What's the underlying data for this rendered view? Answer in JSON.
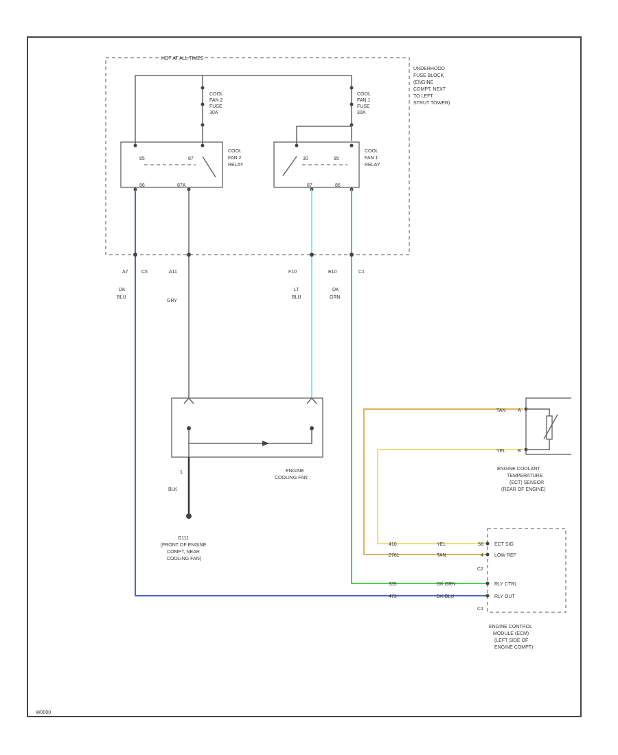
{
  "diagram_code": "W0000",
  "fuse_block": {
    "bus_label": "HOT AT ALL TIMES",
    "name_lines": [
      "UNDERHOOD",
      "FUSE BLOCK",
      "(ENGINE",
      "COMPT, NEXT",
      "TO LEFT",
      "STRUT TOWER)"
    ]
  },
  "fuse_2": {
    "lines": [
      "COOL",
      "FAN 2",
      "FUSE",
      "30A"
    ]
  },
  "fuse_1": {
    "lines": [
      "COOL",
      "FAN 1",
      "FUSE",
      "30A"
    ]
  },
  "relay_2": {
    "lines": [
      "COOL",
      "FAN 2",
      "RELAY"
    ],
    "pin_top_left": "85",
    "pin_top_right": "87",
    "pin_bot_left": "86",
    "pin_bot_right": "87A"
  },
  "relay_1": {
    "lines": [
      "COOL",
      "FAN 1",
      "RELAY"
    ],
    "pin_top_left": "30",
    "pin_top_right": "85",
    "pin_bot_left": "87",
    "pin_bot_right": "86"
  },
  "connectors": {
    "c1_a": "A7",
    "c1_b": "C5",
    "c2": "A11",
    "c3": "F10",
    "c4_a": "E10",
    "c4_b": "C1"
  },
  "wires": {
    "dk_blu": [
      "DK",
      "BLU"
    ],
    "gry": "GRY",
    "lt_blu": [
      "LT",
      "BLU"
    ],
    "dk_grn": [
      "DK",
      "GRN"
    ],
    "blk": "BLK",
    "blk_pin": "1",
    "tan": "TAN",
    "yel": "YEL",
    "ect_pin_tan": "A",
    "ect_pin_yel": "B"
  },
  "colors": {
    "dk_blu": "#4f63c9",
    "lt_blu": "#7fe9ee",
    "dk_grn": "#4fcf5a",
    "tan": "#e0b45a",
    "yel": "#e6e37a"
  },
  "fan": {
    "lines": [
      "ENGINE",
      "COOLING FAN"
    ]
  },
  "ground": {
    "lines": [
      "G111",
      "(FRONT OF ENGINE",
      "COMPT, NEAR",
      "COOLING FAN)"
    ]
  },
  "ect": {
    "lines": [
      "ENGINE COOLANT",
      "TEMPERATURE",
      "(ECT) SENSOR",
      "(REAR OF ENGINE)"
    ]
  },
  "ecm": {
    "lines": [
      "ENGINE CONTROL",
      "MODULE (ECM)",
      "(LEFT SIDE OF",
      "ENGINE COMPT)"
    ],
    "rows": [
      {
        "circuit": "410",
        "color": "YEL",
        "pin": "58",
        "signal": "ECT SIG"
      },
      {
        "circuit": "2761",
        "color": "TAN",
        "pin": "4",
        "signal": "LOW REF"
      },
      {
        "circuit": "",
        "color": "",
        "pin": "C2",
        "signal": ""
      },
      {
        "circuit": "335",
        "color": "DK GRN",
        "pin": "",
        "signal": "RLY CTRL"
      },
      {
        "circuit": "473",
        "color": "DK BLU",
        "pin": "",
        "signal": "RLY OUT"
      },
      {
        "circuit": "",
        "color": "",
        "pin": "C1",
        "signal": ""
      }
    ]
  }
}
